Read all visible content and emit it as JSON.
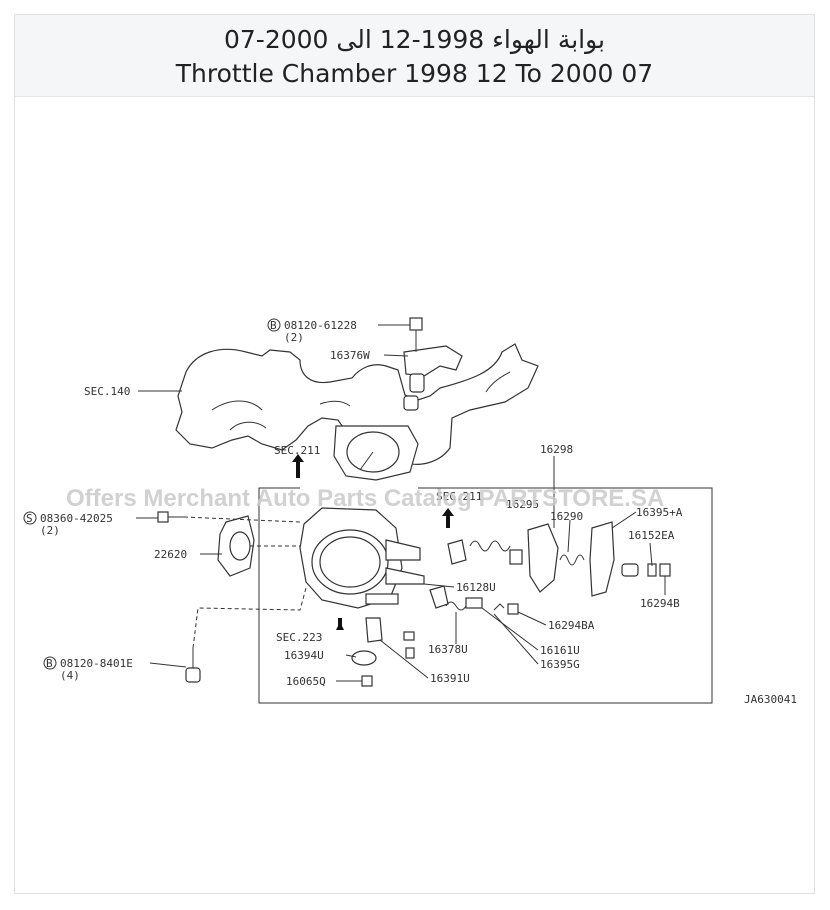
{
  "header": {
    "title_ar": "بوابة الهواء 1998-12 الى 2000-07",
    "title_en": "Throttle Chamber 1998 12 To 2000 07"
  },
  "diagram": {
    "watermark": "Offers Merchant Auto Parts Catalog PARTSTORE.SA",
    "code": "JA630041",
    "labels": {
      "bolt_top": "08120-61228",
      "bolt_top_qty": "(2)",
      "p16376W": "16376W",
      "sec140": "SEC.140",
      "sec211": "SEC.211",
      "sec211b": "SEC.211",
      "p16298": "16298",
      "p16295": "16295",
      "p16290": "16290",
      "p16395A": "16395+A",
      "p16152EA": "16152EA",
      "screw": "08360-42025",
      "screw_qty": "(2)",
      "p22620": "22620",
      "p16128U": "16128U",
      "p16294B": "16294B",
      "p16294BA": "16294BA",
      "sec223": "SEC.223",
      "p16378U": "16378U",
      "p16161U": "16161U",
      "p16394U": "16394U",
      "p16395G": "16395G",
      "bolt_bottom": "08120-8401E",
      "bolt_bottom_qty": "(4)",
      "p16391U": "16391U",
      "p16065Q": "16065Q"
    }
  }
}
